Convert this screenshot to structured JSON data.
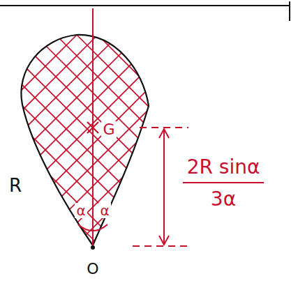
{
  "diagram": {
    "labels": [
      "R",
      "α",
      "α",
      "G",
      "2R sinα",
      "3α",
      "O"
    ]
  }
}
